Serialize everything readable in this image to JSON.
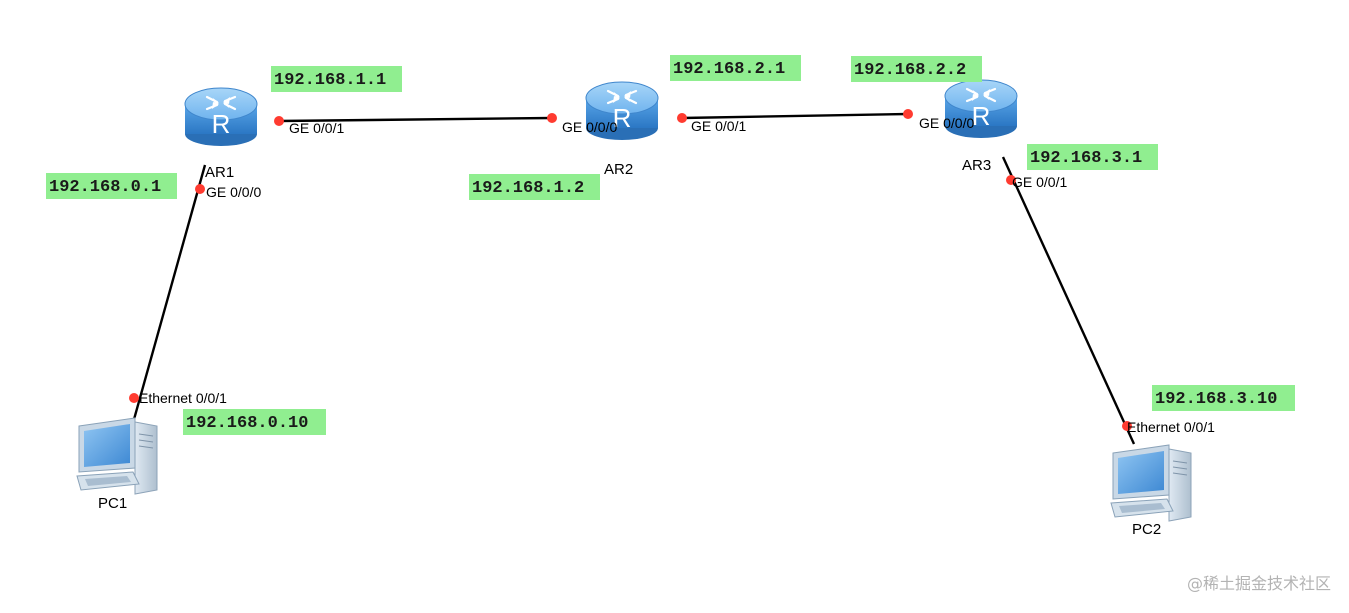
{
  "colors": {
    "background": "#ffffff",
    "link": "#000000",
    "port_dot": "#ff3b30",
    "ip_label_bg": "#90ee90",
    "router_body": "#3f8fd8",
    "router_top": "#8cc7f5",
    "pc_screen": "#4c9be0",
    "watermark": "#b3b3b3"
  },
  "devices": {
    "ar1": {
      "name": "AR1",
      "icon": "router-icon"
    },
    "ar2": {
      "name": "AR2",
      "icon": "router-icon"
    },
    "ar3": {
      "name": "AR3",
      "icon": "router-icon"
    },
    "pc1": {
      "name": "PC1",
      "icon": "pc-icon"
    },
    "pc2": {
      "name": "PC2",
      "icon": "pc-icon"
    }
  },
  "ports": {
    "ar1_ge001": "GE 0/0/1",
    "ar1_ge000": "GE 0/0/0",
    "ar2_ge000": "GE 0/0/0",
    "ar2_ge001": "GE 0/0/1",
    "ar3_ge000": "GE 0/0/0",
    "ar3_ge001": "GE 0/0/1",
    "pc1_eth": "Ethernet 0/0/1",
    "pc2_eth": "Ethernet 0/0/1"
  },
  "ips": {
    "ar1_ge001": "192.168.1.1",
    "ar1_ge000": "192.168.0.1",
    "ar2_ge000": "192.168.1.2",
    "ar2_ge001": "192.168.2.1",
    "ar3_ge000": "192.168.2.2",
    "ar3_ge001": "192.168.3.1",
    "pc1": "192.168.0.10",
    "pc2": "192.168.3.10"
  },
  "links": [
    {
      "from": "AR1",
      "to": "AR2"
    },
    {
      "from": "AR2",
      "to": "AR3"
    },
    {
      "from": "AR1",
      "to": "PC1"
    },
    {
      "from": "AR3",
      "to": "PC2"
    }
  ],
  "watermark": "@稀土掘金技术社区"
}
